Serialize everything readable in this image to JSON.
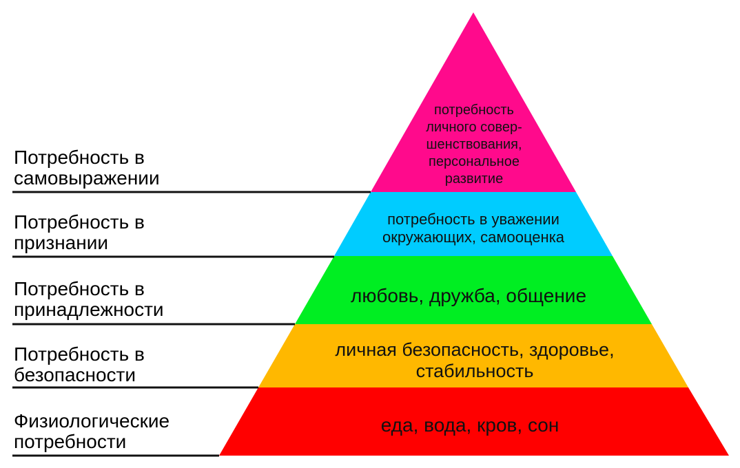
{
  "diagram": {
    "type": "pyramid",
    "levels": [
      {
        "id": "self-actualization",
        "label_line1": "Потребность в",
        "label_line2": "самовыражении",
        "content_lines": [
          "потребность",
          "личного совер-",
          "шенствования,",
          "персональное",
          "развитие"
        ],
        "color": "#FF0A8C"
      },
      {
        "id": "esteem",
        "label_line1": "Потребность в",
        "label_line2": "признании",
        "content_lines": [
          "потребность в уважении",
          "окружающих, самооценка"
        ],
        "color": "#00CCFF"
      },
      {
        "id": "belonging",
        "label_line1": "Потребность в",
        "label_line2": "принадлежности",
        "content_lines": [
          "любовь, дружба, общение"
        ],
        "color": "#00EE22"
      },
      {
        "id": "safety",
        "label_line1": "Потребность в",
        "label_line2": "безопасности",
        "content_lines": [
          "личная безопасность, здоровье,",
          "стабильность"
        ],
        "color": "#FFB800"
      },
      {
        "id": "physiological",
        "label_line1": "Физиологические",
        "label_line2": "потребности",
        "content_lines": [
          "еда, вода, кров, сон"
        ],
        "color": "#FF0000"
      }
    ]
  }
}
